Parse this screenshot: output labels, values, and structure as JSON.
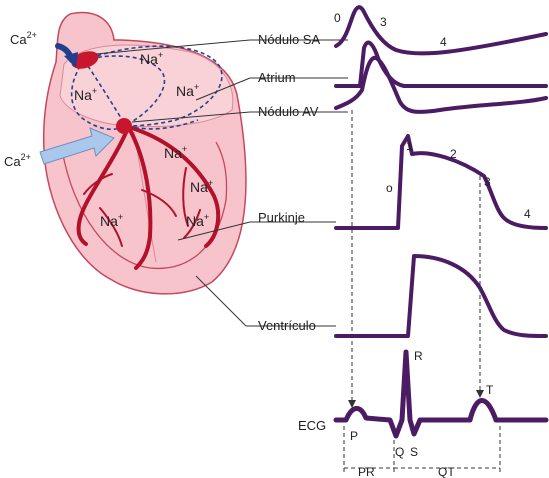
{
  "colors": {
    "heart_fill": "#f7c4cc",
    "heart_outline": "#c8475f",
    "heart_inner": "#f9d2d8",
    "vessel": "#b3112b",
    "node": "#c9162f",
    "trace": "#4b1c63",
    "pathway": "#2a3f8f",
    "arrow_dark": "#1f3f8f",
    "arrow_light": "#a9c8ec",
    "leader": "#333333"
  },
  "heart": {
    "ca_top": "Ca",
    "ca_top_sup": "2+",
    "ca_left": "Ca",
    "ca_left_sup": "2+",
    "na_ions": [
      "Na",
      "Na",
      "Na",
      "Na",
      "Na",
      "Na",
      "Na"
    ],
    "na_sup": "+"
  },
  "labels": {
    "nodulo_sa": "Nódulo SA",
    "atrium": "Atrium",
    "nodulo_av": "Nódulo AV",
    "purkinje": "Purkinje",
    "ventriculo": "Ventrículo",
    "ecg": "ECG"
  },
  "phases": {
    "sa_0": "0",
    "sa_3": "3",
    "sa_4": "4",
    "pk_0": "o",
    "pk_1": "1",
    "pk_2": "2",
    "pk_3": "3",
    "pk_4": "4"
  },
  "ecg": {
    "p": "P",
    "q": "Q",
    "r": "R",
    "s": "S",
    "t": "T",
    "pr": "PR",
    "qt": "QT"
  }
}
